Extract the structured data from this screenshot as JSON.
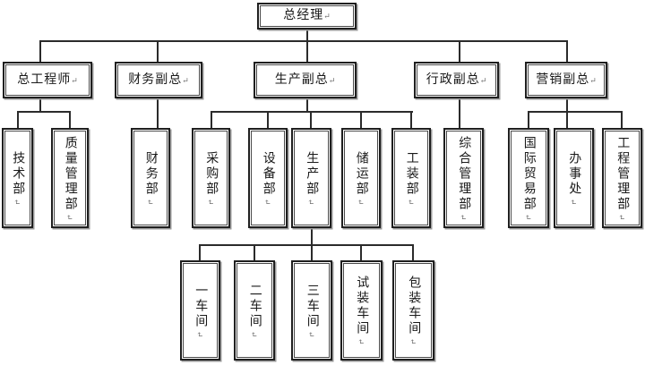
{
  "diagram": {
    "type": "org-chart",
    "return_mark": "↵",
    "colors": {
      "line": "#2b2b2b",
      "box_border": "#1f1f1f",
      "text": "#1a1a1a",
      "background": "#ffffff"
    },
    "nodes": {
      "general_manager": {
        "label": "总经理"
      },
      "level2": [
        {
          "label": "总工程师"
        },
        {
          "label": "财务副总"
        },
        {
          "label": "生产副总"
        },
        {
          "label": "行政副总"
        },
        {
          "label": "营销副总"
        }
      ],
      "level3": [
        {
          "label": "技术部",
          "parent": "总工程师"
        },
        {
          "label": "质量管理部",
          "parent": "总工程师"
        },
        {
          "label": "财务部",
          "parent": "财务副总"
        },
        {
          "label": "采购部",
          "parent": "生产副总"
        },
        {
          "label": "设备部",
          "parent": "生产副总"
        },
        {
          "label": "生产部",
          "parent": "生产副总"
        },
        {
          "label": "储运部",
          "parent": "生产副总"
        },
        {
          "label": "工装部",
          "parent": "生产副总"
        },
        {
          "label": "综合管理部",
          "parent": "行政副总"
        },
        {
          "label": "国际贸易部",
          "parent": "营销副总"
        },
        {
          "label": "办事处",
          "parent": "营销副总"
        },
        {
          "label": "工程管理部",
          "parent": "营销副总"
        }
      ],
      "level4": [
        {
          "label": "一车间",
          "parent": "生产部"
        },
        {
          "label": "二车间",
          "parent": "生产部"
        },
        {
          "label": "三车间",
          "parent": "生产部"
        },
        {
          "label": "试装车间",
          "parent": "生产部"
        },
        {
          "label": "包装车间",
          "parent": "生产部"
        }
      ]
    }
  }
}
